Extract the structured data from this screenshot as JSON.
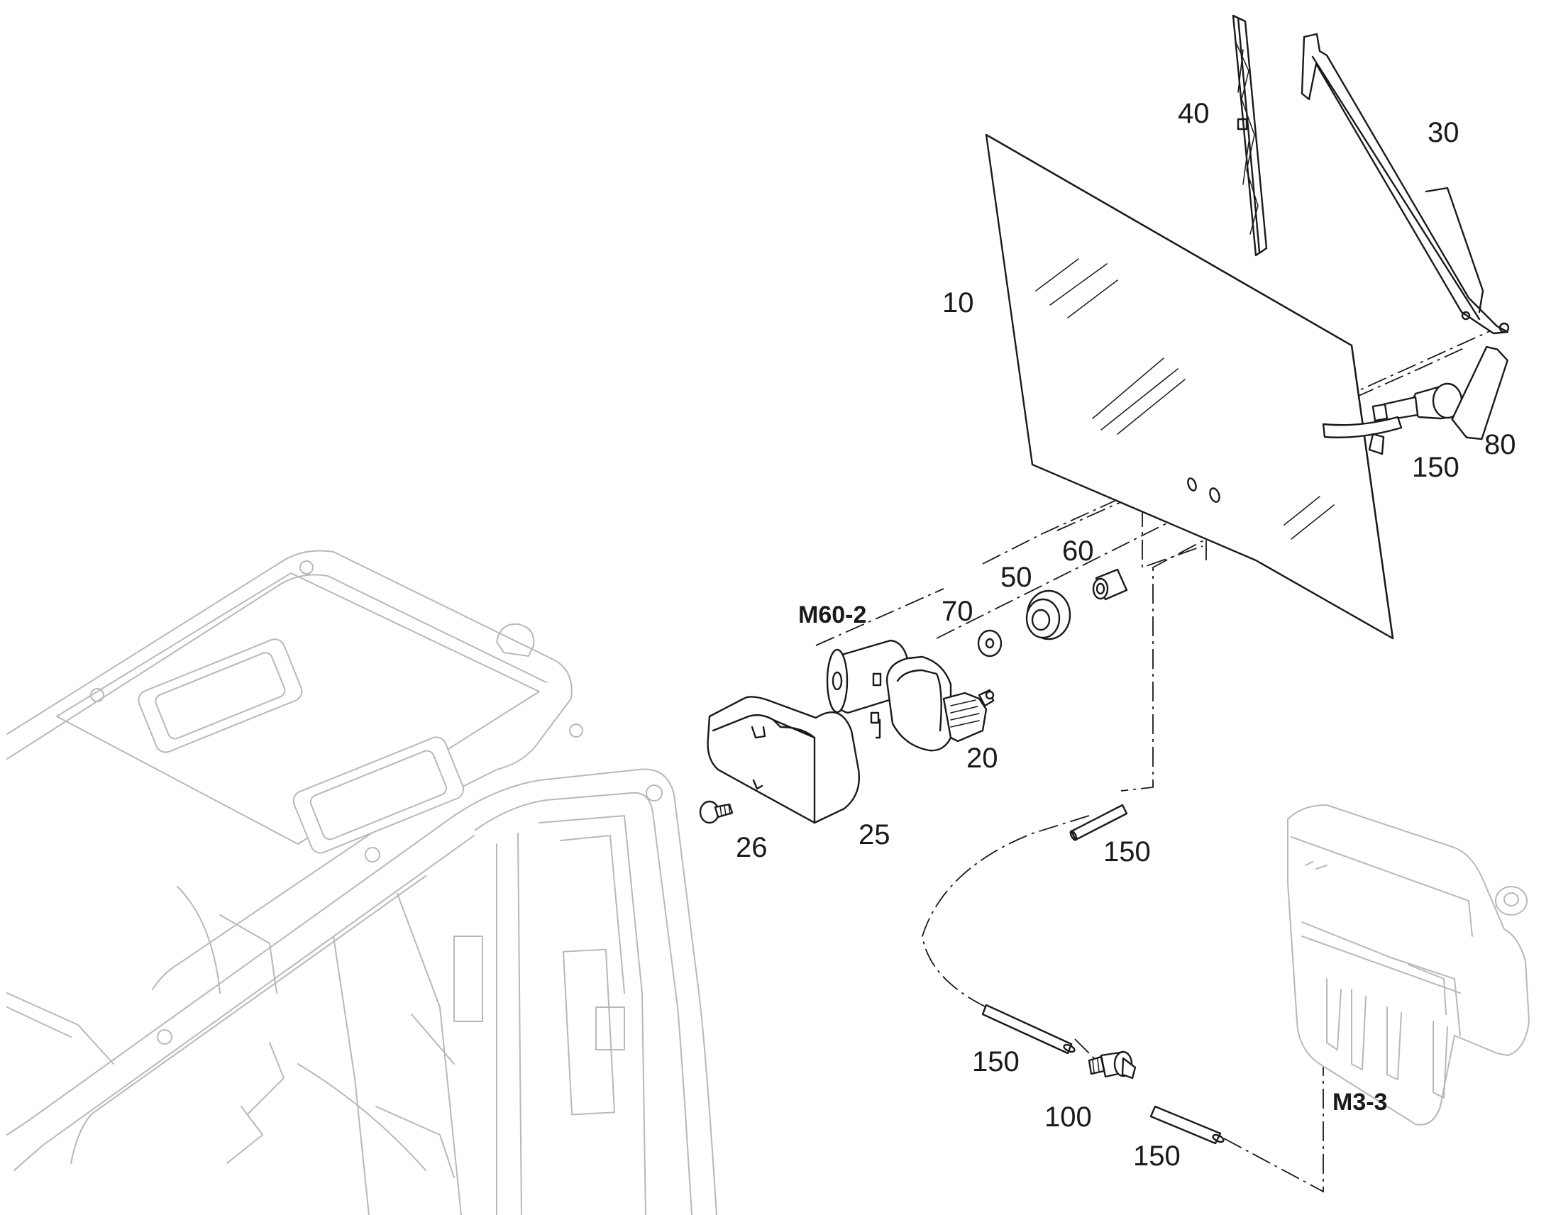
{
  "callouts": {
    "glass": "10",
    "wiper_motor": "20",
    "motor_cover": "25",
    "cover_screw": "26",
    "wiper_arm": "30",
    "wiper_blade": "40",
    "grommet": "50",
    "spacer": "60",
    "washer": "70",
    "nozzle": "80",
    "check_valve": "100",
    "hose_top": "150",
    "hose_middle": "150",
    "hose_lower_left": "150",
    "hose_lower_right": "150",
    "ref_motor": "M60-2",
    "ref_tank": "M3-3"
  }
}
